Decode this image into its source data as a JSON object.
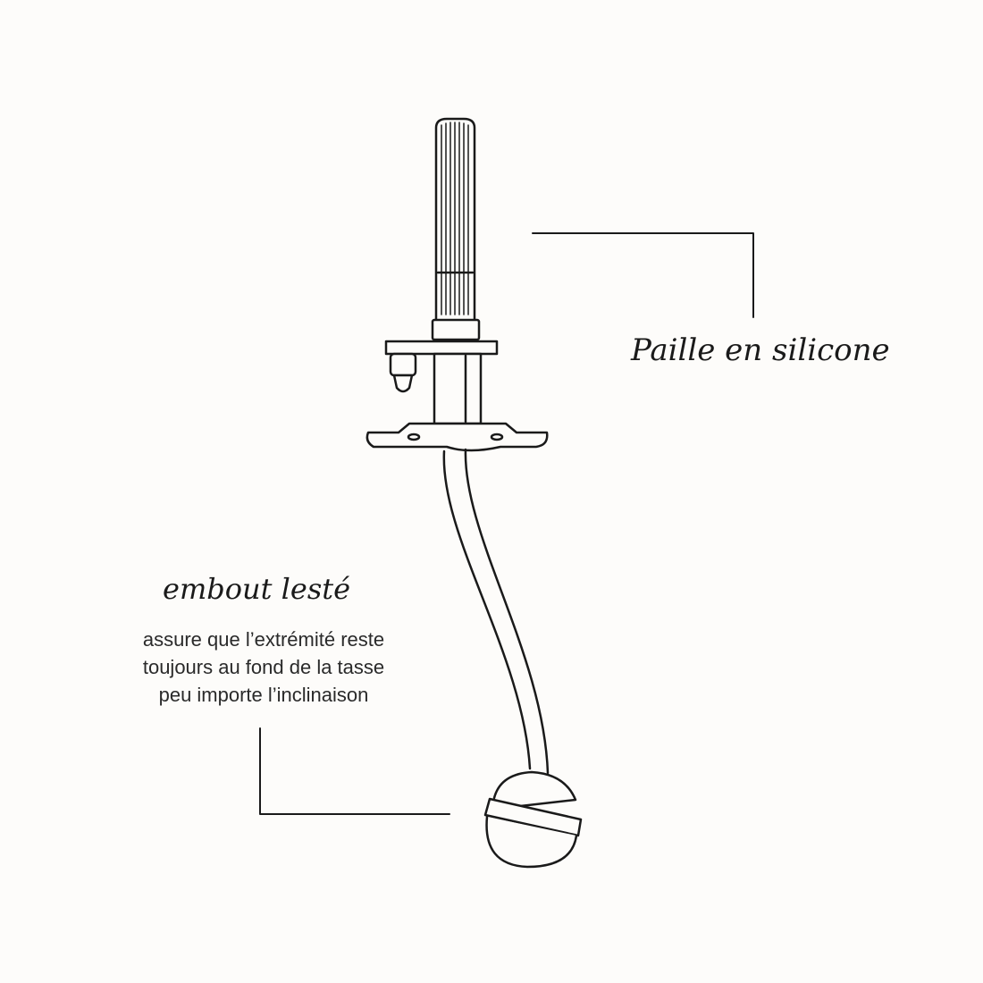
{
  "colors": {
    "background": "#fdfcfa",
    "stroke": "#1a1a1a"
  },
  "labels": {
    "straw": "Paille en silicone",
    "tip_title": "embout lesté",
    "tip_description": [
      "assure que l’extrémité reste",
      "toujours au fond de la tasse",
      "peu importe l’inclinaison"
    ]
  }
}
